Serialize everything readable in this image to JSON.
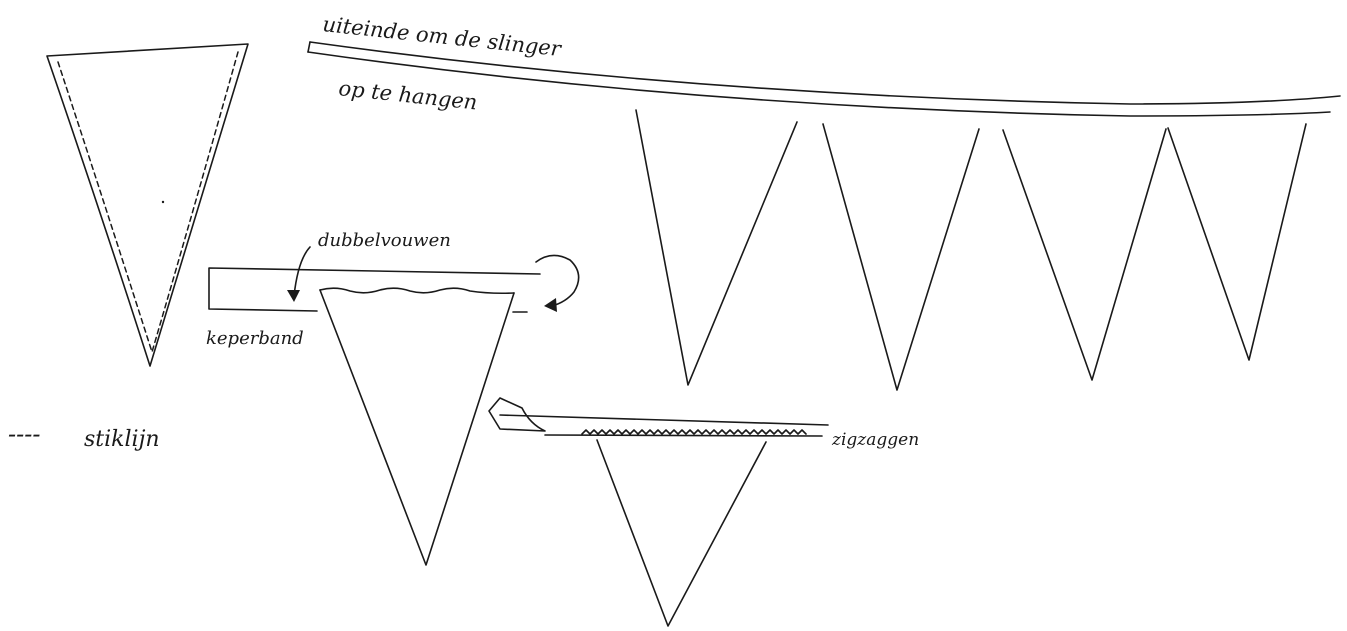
{
  "labels": {
    "end_line1": "uiteinde om de slinger",
    "end_line2": "op te hangen",
    "fold": "dubbelvouwen",
    "tape": "keperband",
    "zigzag": "zigzaggen",
    "stitch_key_symbol": "----",
    "stitch_key": "stiklijn"
  }
}
